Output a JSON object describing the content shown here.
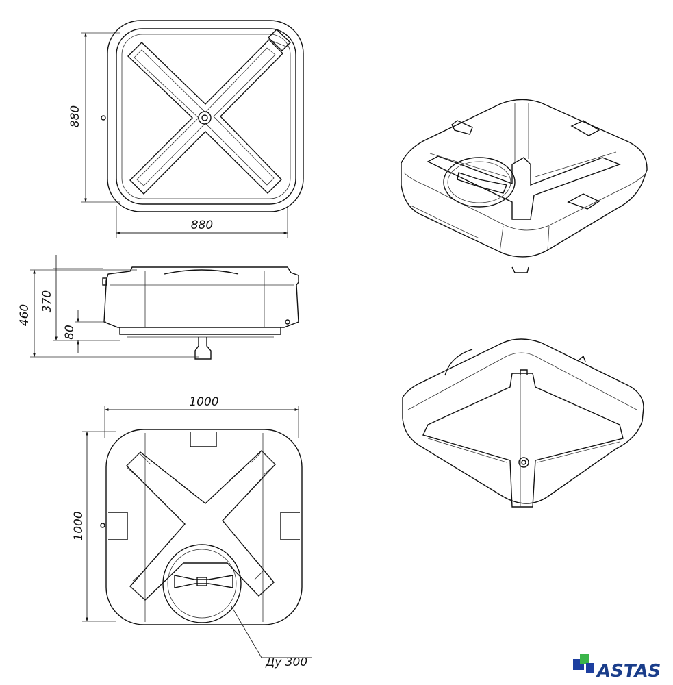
{
  "top_view": {
    "height_label": "880",
    "width_label": "880"
  },
  "side_view": {
    "total_height_label": "460",
    "body_height_label": "370",
    "base_height_label": "80"
  },
  "bottom_view": {
    "width_label": "1000",
    "height_label": "1000",
    "hatch_label": "Ду 300"
  },
  "logo": {
    "text": "ASTAS",
    "colors": {
      "text": "#1a3d8a",
      "mark_blue": "#1d3fa0",
      "mark_green": "#3bb54a"
    }
  }
}
